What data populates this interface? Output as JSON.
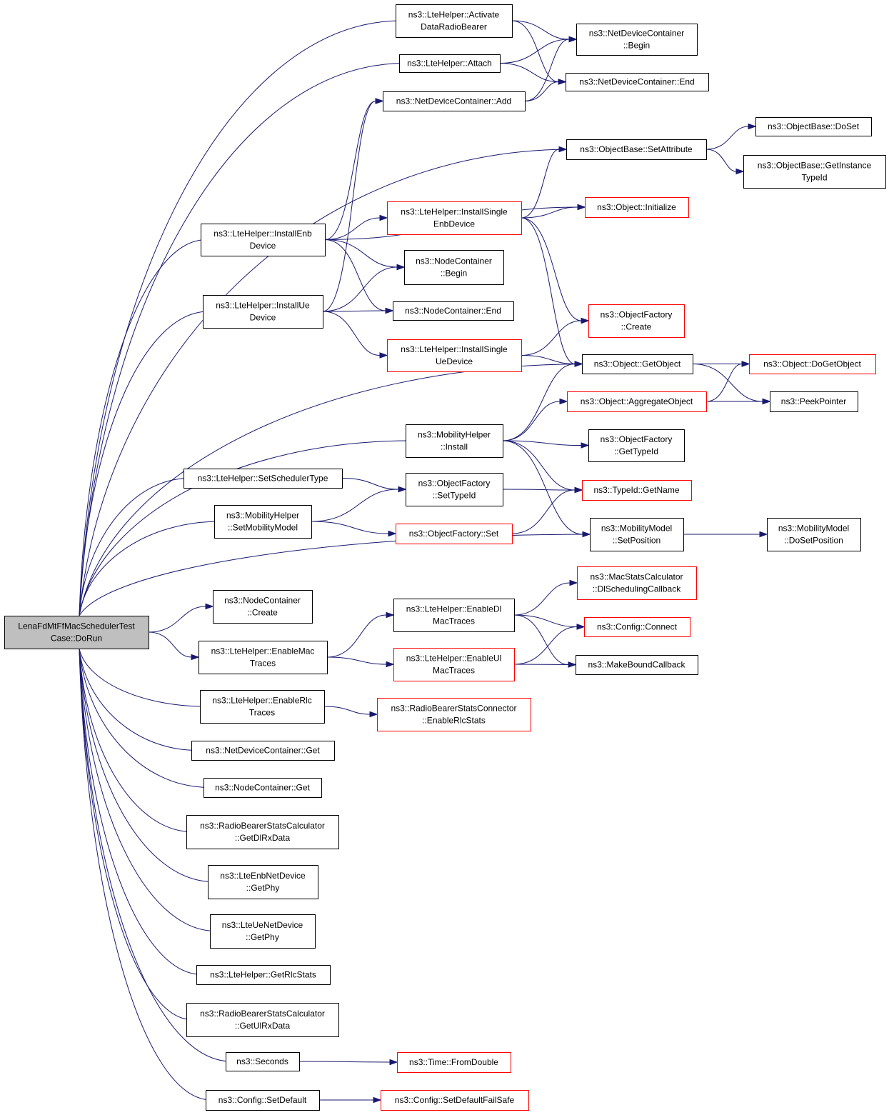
{
  "diagram": {
    "nodes": [
      {
        "id": "root",
        "lines": [
          "LenaFdMtFfMacSchedulerTest",
          "Case::DoRun"
        ],
        "style": "root"
      },
      {
        "id": "activate",
        "lines": [
          "ns3::LteHelper::Activate",
          "DataRadioBearer"
        ],
        "style": "black"
      },
      {
        "id": "ndc_begin",
        "lines": [
          "ns3::NetDeviceContainer",
          "::Begin"
        ],
        "style": "black"
      },
      {
        "id": "attach",
        "lines": [
          "ns3::LteHelper::Attach"
        ],
        "style": "black"
      },
      {
        "id": "ndc_end",
        "lines": [
          "ns3::NetDeviceContainer::End"
        ],
        "style": "black"
      },
      {
        "id": "ndc_add",
        "lines": [
          "ns3::NetDeviceContainer::Add"
        ],
        "style": "black"
      },
      {
        "id": "ob_doset",
        "lines": [
          "ns3::ObjectBase::DoSet"
        ],
        "style": "black"
      },
      {
        "id": "ob_setattr",
        "lines": [
          "ns3::ObjectBase::SetAttribute"
        ],
        "style": "black"
      },
      {
        "id": "ob_getinst",
        "lines": [
          "ns3::ObjectBase::GetInstance",
          "TypeId"
        ],
        "style": "black"
      },
      {
        "id": "obj_init",
        "lines": [
          "ns3::Object::Initialize"
        ],
        "style": "red"
      },
      {
        "id": "install_single_enb",
        "lines": [
          "ns3::LteHelper::InstallSingle",
          "EnbDevice"
        ],
        "style": "red"
      },
      {
        "id": "install_enb",
        "lines": [
          "ns3::LteHelper::InstallEnb",
          "Device"
        ],
        "style": "black"
      },
      {
        "id": "nc_begin",
        "lines": [
          "ns3::NodeContainer",
          "::Begin"
        ],
        "style": "black"
      },
      {
        "id": "install_ue",
        "lines": [
          "ns3::LteHelper::InstallUe",
          "Device"
        ],
        "style": "black"
      },
      {
        "id": "nc_end",
        "lines": [
          "ns3::NodeContainer::End"
        ],
        "style": "black"
      },
      {
        "id": "of_create",
        "lines": [
          "ns3::ObjectFactory",
          "::Create"
        ],
        "style": "red"
      },
      {
        "id": "install_single_ue",
        "lines": [
          "ns3::LteHelper::InstallSingle",
          "UeDevice"
        ],
        "style": "red"
      },
      {
        "id": "obj_getobject",
        "lines": [
          "ns3::Object::GetObject"
        ],
        "style": "black"
      },
      {
        "id": "obj_dogetobject",
        "lines": [
          "ns3::Object::DoGetObject"
        ],
        "style": "red"
      },
      {
        "id": "obj_aggregate",
        "lines": [
          "ns3::Object::AggregateObject"
        ],
        "style": "red"
      },
      {
        "id": "peekpointer",
        "lines": [
          "ns3::PeekPointer"
        ],
        "style": "black"
      },
      {
        "id": "mh_install",
        "lines": [
          "ns3::MobilityHelper",
          "::Install"
        ],
        "style": "black"
      },
      {
        "id": "of_gettypeid",
        "lines": [
          "ns3::ObjectFactory",
          "::GetTypeId"
        ],
        "style": "black"
      },
      {
        "id": "set_sched",
        "lines": [
          "ns3::LteHelper::SetSchedulerType"
        ],
        "style": "black"
      },
      {
        "id": "of_settypeid",
        "lines": [
          "ns3::ObjectFactory",
          "::SetTypeId"
        ],
        "style": "black"
      },
      {
        "id": "typeid_getname",
        "lines": [
          "ns3::TypeId::GetName"
        ],
        "style": "red"
      },
      {
        "id": "mh_setmodel",
        "lines": [
          "ns3::MobilityHelper",
          "::SetMobilityModel"
        ],
        "style": "black"
      },
      {
        "id": "of_set",
        "lines": [
          "ns3::ObjectFactory::Set"
        ],
        "style": "red"
      },
      {
        "id": "mm_setpos",
        "lines": [
          "ns3::MobilityModel",
          "::SetPosition"
        ],
        "style": "black"
      },
      {
        "id": "mm_dosetpos",
        "lines": [
          "ns3::MobilityModel",
          "::DoSetPosition"
        ],
        "style": "black"
      },
      {
        "id": "msc_dlsched",
        "lines": [
          "ns3::MacStatsCalculator",
          "::DlSchedulingCallback"
        ],
        "style": "red"
      },
      {
        "id": "nc_create",
        "lines": [
          "ns3::NodeContainer",
          "::Create"
        ],
        "style": "black"
      },
      {
        "id": "enable_dl_mac",
        "lines": [
          "ns3::LteHelper::EnableDl",
          "MacTraces"
        ],
        "style": "black"
      },
      {
        "id": "config_connect",
        "lines": [
          "ns3::Config::Connect"
        ],
        "style": "red"
      },
      {
        "id": "enable_mac",
        "lines": [
          "ns3::LteHelper::EnableMac",
          "Traces"
        ],
        "style": "black"
      },
      {
        "id": "enable_ul_mac",
        "lines": [
          "ns3::LteHelper::EnableUl",
          "MacTraces"
        ],
        "style": "red"
      },
      {
        "id": "makebound",
        "lines": [
          "ns3::MakeBoundCallback"
        ],
        "style": "black"
      },
      {
        "id": "enable_rlc",
        "lines": [
          "ns3::LteHelper::EnableRlc",
          "Traces"
        ],
        "style": "black"
      },
      {
        "id": "rbsc_enable",
        "lines": [
          "ns3::RadioBearerStatsConnector",
          "::EnableRlcStats"
        ],
        "style": "red"
      },
      {
        "id": "ndc_get",
        "lines": [
          "ns3::NetDeviceContainer::Get"
        ],
        "style": "black"
      },
      {
        "id": "nc_get",
        "lines": [
          "ns3::NodeContainer::Get"
        ],
        "style": "black"
      },
      {
        "id": "rbs_getdl",
        "lines": [
          "ns3::RadioBearerStatsCalculator",
          "::GetDlRxData"
        ],
        "style": "black"
      },
      {
        "id": "enb_getphy",
        "lines": [
          "ns3::LteEnbNetDevice",
          "::GetPhy"
        ],
        "style": "black"
      },
      {
        "id": "ue_getphy",
        "lines": [
          "ns3::LteUeNetDevice",
          "::GetPhy"
        ],
        "style": "black"
      },
      {
        "id": "getrlcstats",
        "lines": [
          "ns3::LteHelper::GetRlcStats"
        ],
        "style": "black"
      },
      {
        "id": "rbs_getul",
        "lines": [
          "ns3::RadioBearerStatsCalculator",
          "::GetUlRxData"
        ],
        "style": "black"
      },
      {
        "id": "seconds",
        "lines": [
          "ns3::Seconds"
        ],
        "style": "black"
      },
      {
        "id": "time_fromdouble",
        "lines": [
          "ns3::Time::FromDouble"
        ],
        "style": "red"
      },
      {
        "id": "config_setdefault",
        "lines": [
          "ns3::Config::SetDefault"
        ],
        "style": "black"
      },
      {
        "id": "config_setdefault_fs",
        "lines": [
          "ns3::Config::SetDefaultFailSafe"
        ],
        "style": "red"
      }
    ],
    "edges": [
      [
        "root",
        "activate"
      ],
      [
        "root",
        "attach"
      ],
      [
        "root",
        "ob_setattr"
      ],
      [
        "root",
        "install_enb"
      ],
      [
        "root",
        "install_ue"
      ],
      [
        "root",
        "obj_getobject"
      ],
      [
        "root",
        "mh_install"
      ],
      [
        "root",
        "set_sched"
      ],
      [
        "root",
        "mh_setmodel"
      ],
      [
        "root",
        "mm_setpos"
      ],
      [
        "root",
        "nc_create"
      ],
      [
        "root",
        "enable_mac"
      ],
      [
        "root",
        "enable_rlc"
      ],
      [
        "root",
        "ndc_get"
      ],
      [
        "root",
        "nc_get"
      ],
      [
        "root",
        "rbs_getdl"
      ],
      [
        "root",
        "enb_getphy"
      ],
      [
        "root",
        "ue_getphy"
      ],
      [
        "root",
        "getrlcstats"
      ],
      [
        "root",
        "rbs_getul"
      ],
      [
        "root",
        "seconds"
      ],
      [
        "root",
        "config_setdefault"
      ],
      [
        "activate",
        "ndc_begin"
      ],
      [
        "activate",
        "ndc_end"
      ],
      [
        "attach",
        "ndc_begin"
      ],
      [
        "attach",
        "ndc_end"
      ],
      [
        "ndc_add",
        "ndc_begin"
      ],
      [
        "ndc_add",
        "ndc_end"
      ],
      [
        "ob_setattr",
        "ob_doset"
      ],
      [
        "ob_setattr",
        "ob_getinst"
      ],
      [
        "install_enb",
        "ndc_add"
      ],
      [
        "install_enb",
        "obj_init"
      ],
      [
        "install_enb",
        "install_single_enb"
      ],
      [
        "install_enb",
        "nc_begin"
      ],
      [
        "install_enb",
        "nc_end"
      ],
      [
        "install_single_enb",
        "ob_setattr"
      ],
      [
        "install_single_enb",
        "obj_init"
      ],
      [
        "install_single_enb",
        "of_create"
      ],
      [
        "install_single_enb",
        "obj_getobject"
      ],
      [
        "install_ue",
        "ndc_add"
      ],
      [
        "install_ue",
        "nc_begin"
      ],
      [
        "install_ue",
        "nc_end"
      ],
      [
        "install_ue",
        "install_single_ue"
      ],
      [
        "install_single_ue",
        "of_create"
      ],
      [
        "install_single_ue",
        "obj_getobject"
      ],
      [
        "obj_getobject",
        "obj_dogetobject"
      ],
      [
        "obj_getobject",
        "peekpointer"
      ],
      [
        "obj_aggregate",
        "obj_dogetobject"
      ],
      [
        "obj_aggregate",
        "peekpointer"
      ],
      [
        "mh_install",
        "obj_getobject"
      ],
      [
        "mh_install",
        "obj_aggregate"
      ],
      [
        "mh_install",
        "of_gettypeid"
      ],
      [
        "mh_install",
        "typeid_getname"
      ],
      [
        "mh_install",
        "mm_setpos"
      ],
      [
        "set_sched",
        "of_settypeid"
      ],
      [
        "of_settypeid",
        "typeid_getname"
      ],
      [
        "mh_setmodel",
        "of_settypeid"
      ],
      [
        "mh_setmodel",
        "of_set"
      ],
      [
        "of_set",
        "typeid_getname"
      ],
      [
        "mm_setpos",
        "mm_dosetpos"
      ],
      [
        "enable_mac",
        "enable_dl_mac"
      ],
      [
        "enable_mac",
        "enable_ul_mac"
      ],
      [
        "enable_dl_mac",
        "msc_dlsched"
      ],
      [
        "enable_dl_mac",
        "config_connect"
      ],
      [
        "enable_dl_mac",
        "makebound"
      ],
      [
        "enable_ul_mac",
        "config_connect"
      ],
      [
        "enable_ul_mac",
        "makebound"
      ],
      [
        "enable_rlc",
        "rbsc_enable"
      ],
      [
        "seconds",
        "time_fromdouble"
      ],
      [
        "config_setdefault",
        "config_setdefault_fs"
      ]
    ]
  }
}
